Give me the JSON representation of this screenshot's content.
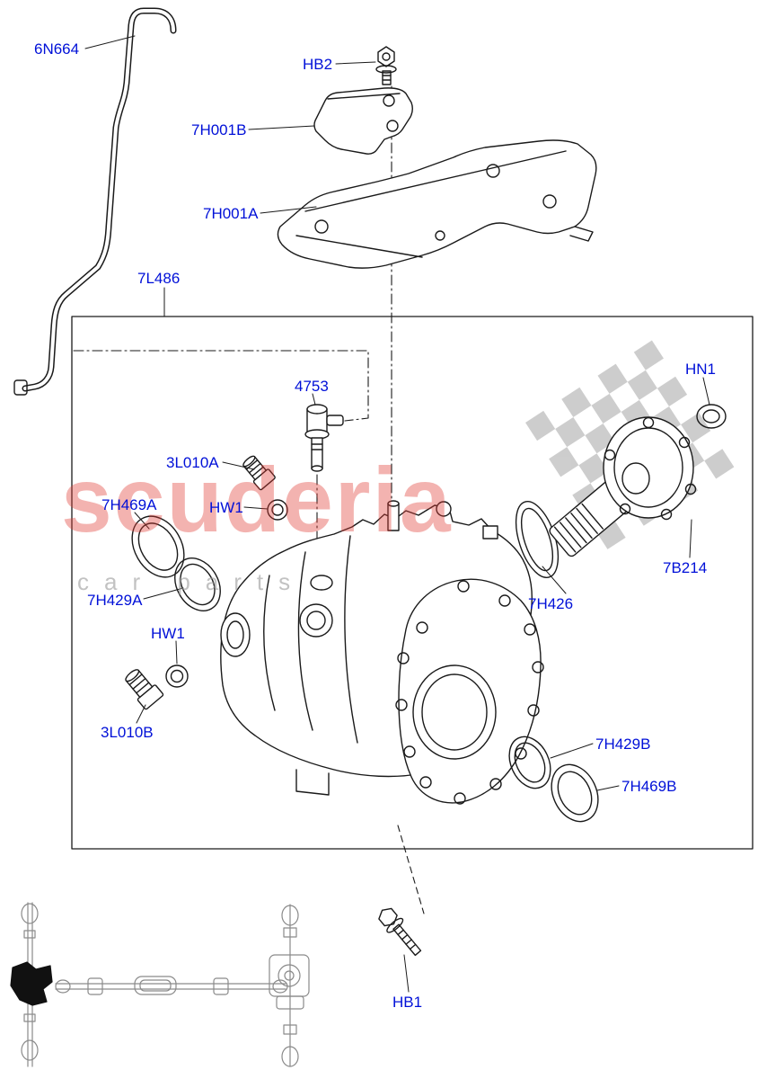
{
  "colors": {
    "label-blue": "#0010d8",
    "line": "#1a1a1a",
    "watermark-red": "#e23b33",
    "watermark-gray": "#9a9a9a"
  },
  "watermark": {
    "brand": "scuderia",
    "tagline": "car parts"
  },
  "labels": [
    {
      "text": "6N664"
    },
    {
      "text": "HB2"
    },
    {
      "text": "7H001B"
    },
    {
      "text": "7H001A"
    },
    {
      "text": "7L486"
    },
    {
      "text": "4753"
    },
    {
      "text": "HN1"
    },
    {
      "text": "3L010A"
    },
    {
      "text": "HW1"
    },
    {
      "text": "7H469A"
    },
    {
      "text": "7H429A"
    },
    {
      "text": "7H426"
    },
    {
      "text": "7B214"
    },
    {
      "text": "HW1"
    },
    {
      "text": "3L010B"
    },
    {
      "text": "7H429B"
    },
    {
      "text": "7H469B"
    },
    {
      "text": "HB1"
    }
  ]
}
